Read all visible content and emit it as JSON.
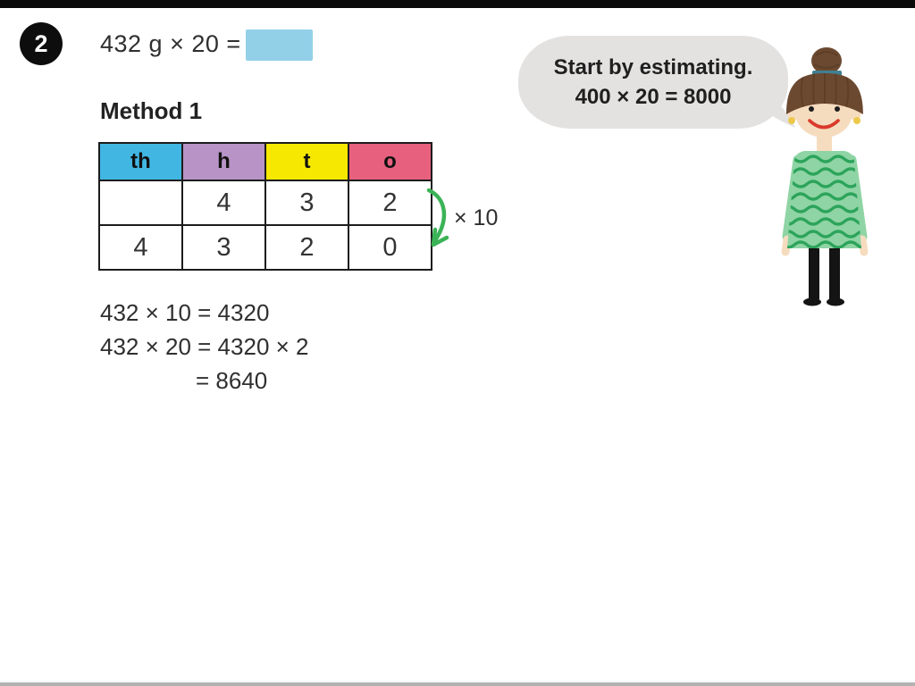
{
  "page": {
    "question_number": "2",
    "problem": "432 g × 20 =",
    "method_title": "Method 1"
  },
  "answer_box": {
    "color": "#92d0e8"
  },
  "place_value_table": {
    "headers": [
      {
        "label": "th",
        "color": "#41b6e3"
      },
      {
        "label": "h",
        "color": "#b794c5"
      },
      {
        "label": "t",
        "color": "#f6e800"
      },
      {
        "label": "o",
        "color": "#e7617f"
      }
    ],
    "rows": [
      [
        "",
        "4",
        "3",
        "2"
      ],
      [
        "4",
        "3",
        "2",
        "0"
      ]
    ],
    "arrow_label": "× 10",
    "arrow_color": "#3bb357"
  },
  "working": {
    "line1": "432 × 10 = 4320",
    "line2": "432 × 20 = 4320 × 2",
    "line3": "= 8640"
  },
  "speech_bubble": {
    "line1": "Start by estimating.",
    "line2": "400 × 20 = 8000",
    "color": "#e3e2e1"
  }
}
